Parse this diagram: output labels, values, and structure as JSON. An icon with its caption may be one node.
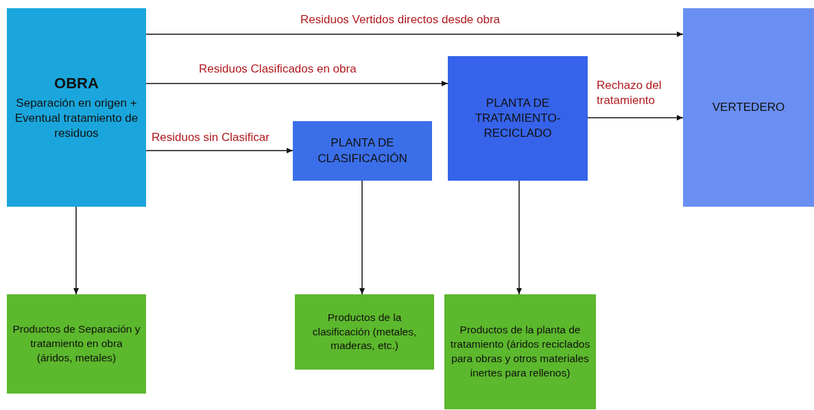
{
  "diagram": {
    "nodes": [
      {
        "text": [
          "OBRA",
          "Separación en origen + Eventual tratamiento de residuos"
        ]
      },
      {
        "text": [
          "PLANTA DE CLASIFICACIÓN"
        ]
      },
      {
        "text": [
          "PLANTA DE TRATAMIENTO-RECICLADO"
        ]
      },
      {
        "text": [
          "VERTEDERO"
        ]
      },
      {
        "text": [
          "Productos de Separación y tratamiento en obra (áridos, metales)"
        ]
      },
      {
        "text": [
          "Productos de la clasificación (metales, maderas, etc.)"
        ]
      },
      {
        "text": [
          "Productos de la planta de tratamiento (áridos reciclados para obras y otros materiales inertes para rellenos)"
        ]
      }
    ],
    "edges": [
      {
        "from": 0,
        "to": 3,
        "arrow": "to",
        "label": "Residuos Vertidos directos desde obra"
      },
      {
        "from": 0,
        "to": 2,
        "arrow": "to",
        "label": "Residuos Clasificados en obra"
      },
      {
        "from": 0,
        "to": 1,
        "arrow": "to",
        "label": "Residuos sin Clasificar"
      },
      {
        "from": 2,
        "to": 3,
        "arrow": "to",
        "label": "Rechazo del tratamiento"
      },
      {
        "from": 0,
        "to": 4,
        "arrow": "to"
      },
      {
        "from": 1,
        "to": 5,
        "arrow": "to"
      },
      {
        "from": 2,
        "to": 6,
        "arrow": "to"
      }
    ]
  }
}
